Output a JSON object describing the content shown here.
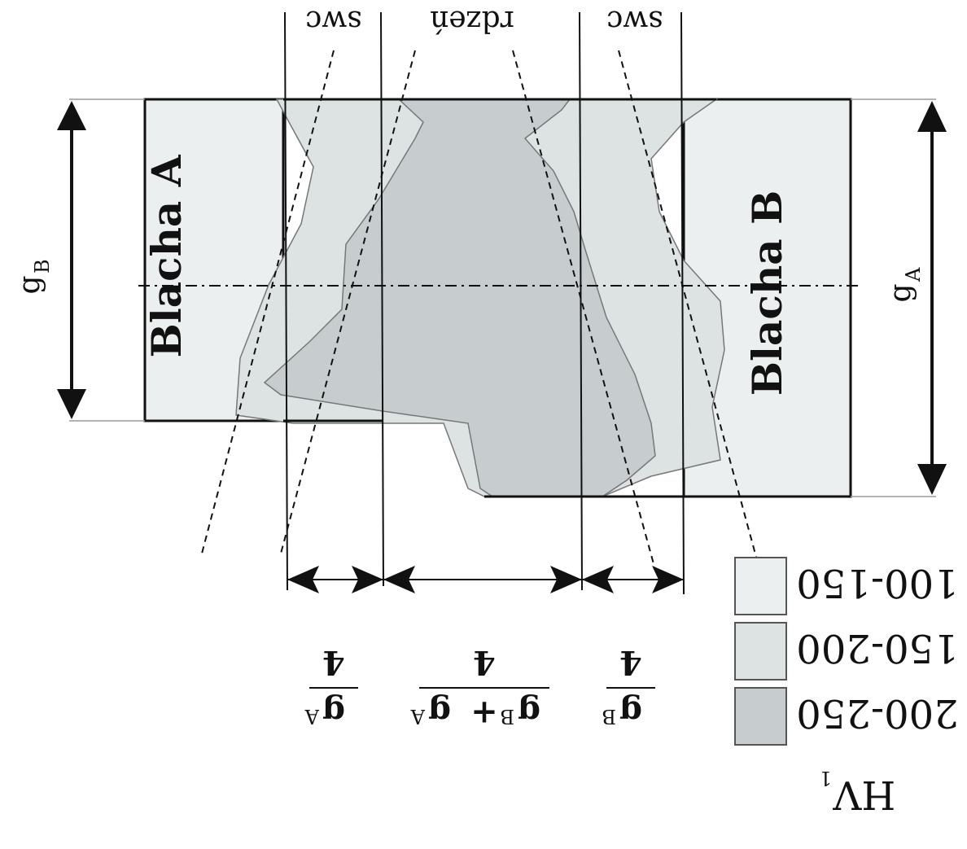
{
  "labels": {
    "plate_a": "Blacha A",
    "plate_b": "Blacha B",
    "zone_left": "swc",
    "zone_center": "rdzeń",
    "zone_right": "swc",
    "thickness_left": "g",
    "thickness_left_sub": "B",
    "thickness_right": "g",
    "thickness_right_sub": "A"
  },
  "dimensions": {
    "left_num": "4",
    "left_den": "g",
    "left_den_sub": "A",
    "center_num": "4",
    "center_den_a": "g",
    "center_den_a_sub": "B",
    "center_den_plus": "+",
    "center_den_b": "g",
    "center_den_b_sub": "A",
    "right_num": "4",
    "right_den": "g",
    "right_den_sub": "B"
  },
  "legend": {
    "title": "HV",
    "title_sub": "1",
    "items": [
      {
        "range": "100-150",
        "color": "#eceff0"
      },
      {
        "range": "150-200",
        "color": "#dde2e3"
      },
      {
        "range": "200-250",
        "color": "#c7cdcf"
      }
    ]
  }
}
